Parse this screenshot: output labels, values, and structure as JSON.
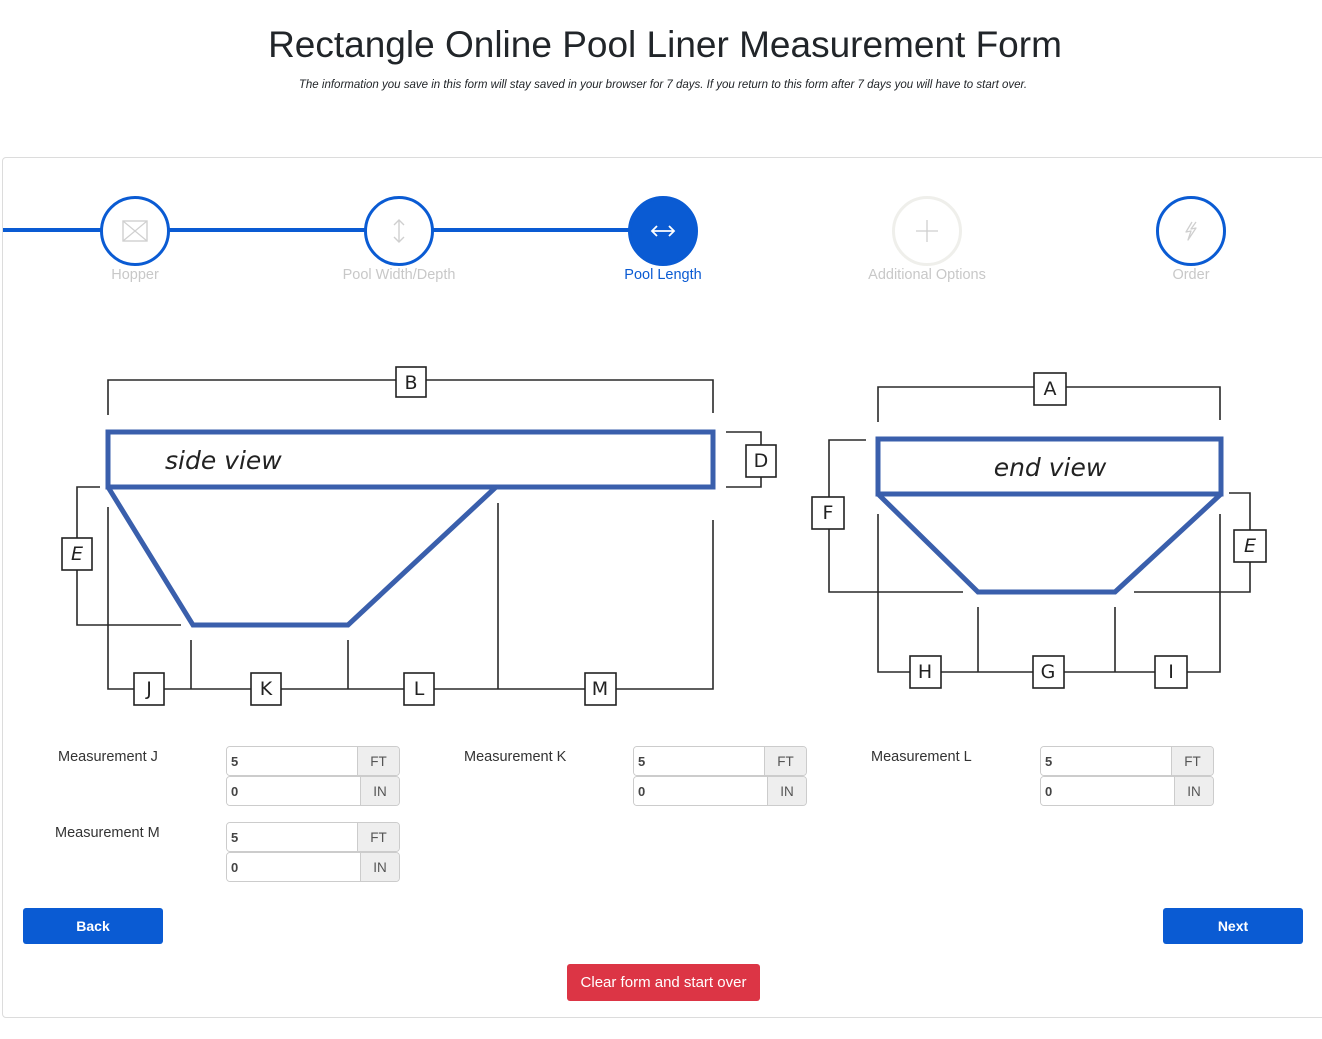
{
  "header": {
    "title": "Rectangle Online Pool Liner Measurement Form",
    "note": "The information you save in this form will stay saved in your browser for 7 days. If you return to this form after 7 days you will have to start over."
  },
  "colors": {
    "primary": "#0a5bd3",
    "danger": "#dc3545",
    "pool_outline": "#3a5fac",
    "step_label_inactive": "#c8c8c8"
  },
  "stepper": {
    "current_step": 3,
    "steps": [
      {
        "label": "Hopper",
        "icon": "image-placeholder-icon",
        "state": "completed"
      },
      {
        "label": "Pool Width/Depth",
        "icon": "vertical-arrows-icon",
        "state": "completed"
      },
      {
        "label": "Pool Length",
        "icon": "horizontal-arrows-icon",
        "state": "active"
      },
      {
        "label": "Additional Options",
        "icon": "plus-icon",
        "state": "disabled"
      },
      {
        "label": "Order",
        "icon": "lightning-icon",
        "state": "pending"
      }
    ]
  },
  "diagrams": {
    "side_view": {
      "title": "side view",
      "labels": {
        "top": "B",
        "right": "D",
        "left": "E",
        "bottom": [
          "J",
          "K",
          "L",
          "M"
        ]
      }
    },
    "end_view": {
      "title": "end view",
      "labels": {
        "top": "A",
        "left": "F",
        "right": "E",
        "bottom": [
          "H",
          "G",
          "I"
        ]
      }
    }
  },
  "measurements": [
    {
      "id": "J",
      "label": "Measurement J",
      "ft": "5",
      "in": "0",
      "ft_unit": "FT",
      "in_unit": "IN"
    },
    {
      "id": "K",
      "label": "Measurement K",
      "ft": "5",
      "in": "0",
      "ft_unit": "FT",
      "in_unit": "IN"
    },
    {
      "id": "L",
      "label": "Measurement L",
      "ft": "5",
      "in": "0",
      "ft_unit": "FT",
      "in_unit": "IN"
    },
    {
      "id": "M",
      "label": "Measurement M",
      "ft": "5",
      "in": "0",
      "ft_unit": "FT",
      "in_unit": "IN"
    }
  ],
  "buttons": {
    "back": "Back",
    "next": "Next",
    "clear": "Clear form and start over"
  }
}
